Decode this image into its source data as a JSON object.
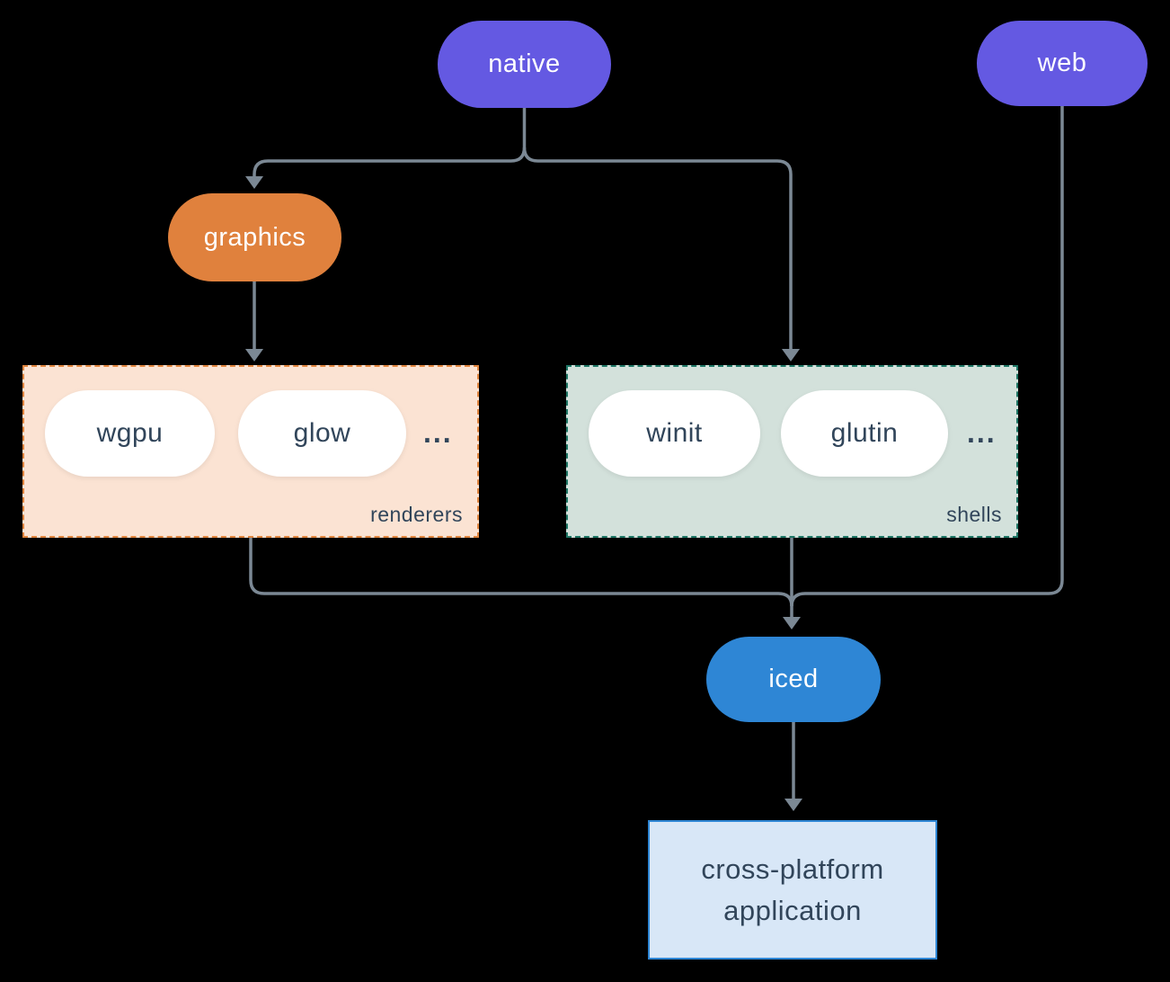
{
  "diagram": {
    "background": "#000000",
    "connector_color": "#7b8894",
    "text_dark": "#31455a",
    "nodes": {
      "native": {
        "label": "native",
        "color": "#6459e2"
      },
      "web": {
        "label": "web",
        "color": "#6459e2"
      },
      "graphics": {
        "label": "graphics",
        "color": "#e0813d"
      },
      "iced": {
        "label": "iced",
        "color": "#2e86d5"
      },
      "application": {
        "label_lines": [
          "cross-platform",
          "application"
        ],
        "bg": "#d8e7f7",
        "border": "#2e86d5"
      }
    },
    "groups": {
      "renderers": {
        "label": "renderers",
        "items": [
          "wgpu",
          "glow"
        ],
        "ellipsis": "...",
        "bg": "#fbe3d3",
        "border": "#e0853f"
      },
      "shells": {
        "label": "shells",
        "items": [
          "winit",
          "glutin"
        ],
        "ellipsis": "...",
        "bg": "#d3e1db",
        "border": "#1e7665"
      }
    }
  }
}
